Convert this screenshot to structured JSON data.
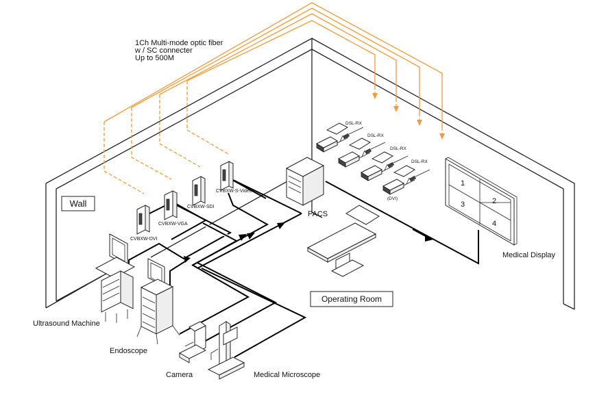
{
  "fiber_note": {
    "line1": "1Ch Multi-mode optic fiber",
    "line2": "w / SC connecter",
    "line3": "Up to 500M"
  },
  "zones": {
    "wall": "Wall",
    "operating_room": "Operating Room"
  },
  "transmitters": {
    "dvi": "CVBXW-DVI",
    "vga": "CVBXW-VGA",
    "sdi": "CVBXW-SDI",
    "svideo": "CVBXW-S-Video"
  },
  "receivers": {
    "rx1": "DSL-RX",
    "rx2": "DSL-RX",
    "rx3": "DSL-RX",
    "rx4": "DSL-RX",
    "rx4_note": "(DVI)"
  },
  "devices": {
    "pacs": "PACS",
    "medical_display": "Medical Display",
    "ultrasound": "Ultrasound Machine",
    "endoscope": "Endoscope",
    "camera": "Camera",
    "microscope": "Medical Microscope"
  },
  "display_panes": {
    "p1": "1",
    "p2": "2",
    "p3": "3",
    "p4": "4"
  },
  "colors": {
    "fiber": "#f39a3a",
    "cable": "#000000",
    "outline": "#222222"
  }
}
